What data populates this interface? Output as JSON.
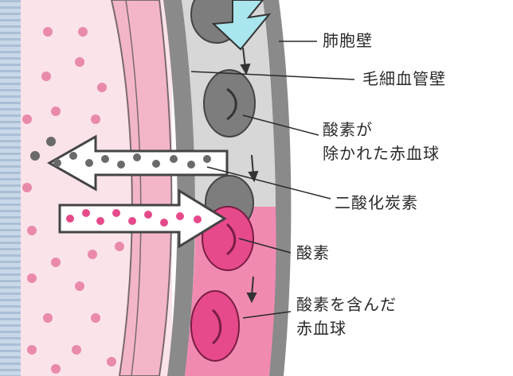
{
  "diagram": {
    "labels": {
      "alveolar_wall": "肺胞壁",
      "capillary_wall": "毛細血管壁",
      "deoxygenated_rbc_line1": "酸素が",
      "deoxygenated_rbc_line2": "除かれた赤血球",
      "carbon_dioxide": "二酸化炭素",
      "oxygen": "酸素",
      "oxygenated_rbc_line1": "酸素を含んだ",
      "oxygenated_rbc_line2": "赤血球"
    },
    "colors": {
      "alveolus_fill": "#fbe3ea",
      "tissue_pink": "#f3b6c8",
      "vessel_wall": "#8a8a8a",
      "plasma_upper": "#d7d7d7",
      "plasma_lower": "#f08ab0",
      "rbc_gray": "#7d7d7d",
      "rbc_red": "#e64a8a",
      "arrow_fill": "#a9e6ee",
      "side_stripe": "#b6c9dd"
    }
  }
}
